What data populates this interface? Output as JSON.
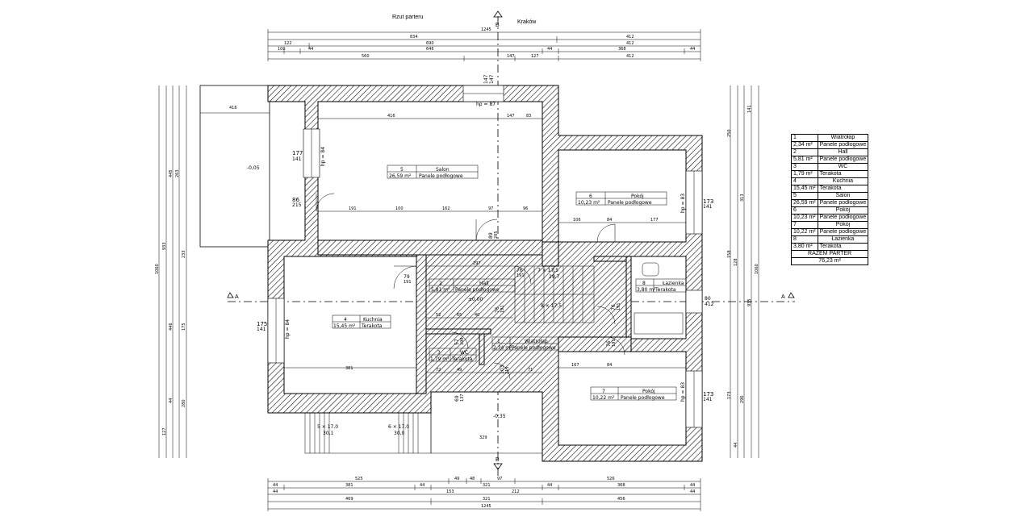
{
  "title": "Rzut parteru",
  "location": "Kraków",
  "section_marks": {
    "a_left": "A",
    "a_right": "A",
    "b_top": "B",
    "b_bottom": "B"
  },
  "rooms": [
    {
      "num": "5",
      "name": "Salon",
      "area": "26,59 m²",
      "floor": "Panele podłogowe"
    },
    {
      "num": "6",
      "name": "Pokój",
      "area": "10,23 m²",
      "floor": "Panele podłogowe"
    },
    {
      "num": "2",
      "name": "Hall",
      "area": "5,81 m²",
      "floor": "Panele podłogowe"
    },
    {
      "num": "8",
      "name": "Łazienka",
      "area": "3,80 m²",
      "floor": "Terakota"
    },
    {
      "num": "4",
      "name": "Kuchnia",
      "area": "15,45 m²",
      "floor": "Terakota"
    },
    {
      "num": "1",
      "name": "Wiatrołap",
      "area": "2,34 m²",
      "floor": "Panele podłogowe"
    },
    {
      "num": "3",
      "name": "WC",
      "area": "1,79 m²",
      "floor": "Terakota"
    },
    {
      "num": "7",
      "name": "Pokój",
      "area": "10,22 m²",
      "floor": "Panele podłogowe"
    }
  ],
  "legend": [
    {
      "num": "1",
      "name": "Wiatrołap",
      "area": "2,34 m²",
      "floor": "Panele podłogowe"
    },
    {
      "num": "2",
      "name": "Hall",
      "area": "5,81 m²",
      "floor": "Panele podłogowe"
    },
    {
      "num": "3",
      "name": "WC",
      "area": "1,79 m²",
      "floor": "Terakota"
    },
    {
      "num": "4",
      "name": "Kuchnia",
      "area": "15,45 m²",
      "floor": "Terakota"
    },
    {
      "num": "5",
      "name": "Salon",
      "area": "26,59 m²",
      "floor": "Panele podłogowe"
    },
    {
      "num": "6",
      "name": "Pokój",
      "area": "10,23 m²",
      "floor": "Panele podłogowe"
    },
    {
      "num": "7",
      "name": "Pokój",
      "area": "10,22 m²",
      "floor": "Panele podłogowe"
    },
    {
      "num": "8",
      "name": "Łazienka",
      "area": "3,80 m²",
      "floor": "Terakota"
    }
  ],
  "legend_total": {
    "label": "RAZEM PARTER",
    "area": "76,23 m²"
  },
  "dims_top": {
    "row1": [
      "1245"
    ],
    "row2": [
      "834",
      "412"
    ],
    "row3": [
      "122",
      "690",
      "412"
    ],
    "row4": [
      "100",
      "44",
      "646",
      "44",
      "368",
      "44"
    ],
    "row5": [
      "560",
      "147",
      "127",
      "412"
    ]
  },
  "dims_bottom": {
    "row1": [
      "525",
      "49",
      "48",
      "97",
      "526"
    ],
    "row2": [
      "44",
      "381",
      "44",
      "321",
      "44",
      "368",
      "44"
    ],
    "row3": [
      "44",
      "153",
      "212",
      "44"
    ],
    "row4": [
      "469",
      "321",
      "456"
    ],
    "row5": [
      "1245"
    ]
  },
  "dims_left": [
    "1060",
    "933",
    "445",
    "263",
    "233",
    "446",
    "175",
    "280",
    "127",
    "44"
  ],
  "dims_right": [
    "1060",
    "935",
    "141",
    "250",
    "313",
    "128",
    "158",
    "173",
    "296",
    "44"
  ],
  "openings": [
    {
      "label": "177",
      "sub": "141"
    },
    {
      "label": "86",
      "sub": "215"
    },
    {
      "label": "175",
      "sub": "141"
    },
    {
      "label": "173",
      "sub": "141"
    },
    {
      "label": "173",
      "sub": "141"
    },
    {
      "label": "80",
      "sub": "412"
    },
    {
      "label": "147",
      "sub": "147"
    }
  ],
  "levels": [
    "-0,05",
    "±0,00",
    "-0,35"
  ],
  "stairs": [
    {
      "label": "7 × 17,5",
      "sub": "29,7"
    },
    {
      "label": "8 × 17,5",
      "sub": ""
    },
    {
      "label": "5 × 17,0",
      "sub": "30,1"
    },
    {
      "label": "6 × 17,0",
      "sub": "30,0"
    }
  ],
  "interior_dims": [
    "416",
    "147",
    "83",
    "191",
    "100",
    "162",
    "97",
    "96",
    "106",
    "84",
    "177",
    "297",
    "381",
    "329",
    "167",
    "84",
    "72",
    "49",
    "71",
    "52",
    "65",
    "40"
  ],
  "sill_labels": [
    "hp = 87",
    "hp = 84",
    "hp = 83",
    "hp = 84",
    "hp = 83"
  ],
  "doors": [
    {
      "w": "79",
      "h": "191"
    },
    {
      "w": "76",
      "h": "191"
    },
    {
      "w": "76",
      "h": "191"
    },
    {
      "w": "76",
      "h": "191"
    },
    {
      "w": "76",
      "h": "191"
    },
    {
      "w": "89",
      "h": "205"
    },
    {
      "w": "57",
      "h": "198"
    },
    {
      "w": "69",
      "h": "137"
    },
    {
      "w": "103",
      "h": "215"
    }
  ]
}
